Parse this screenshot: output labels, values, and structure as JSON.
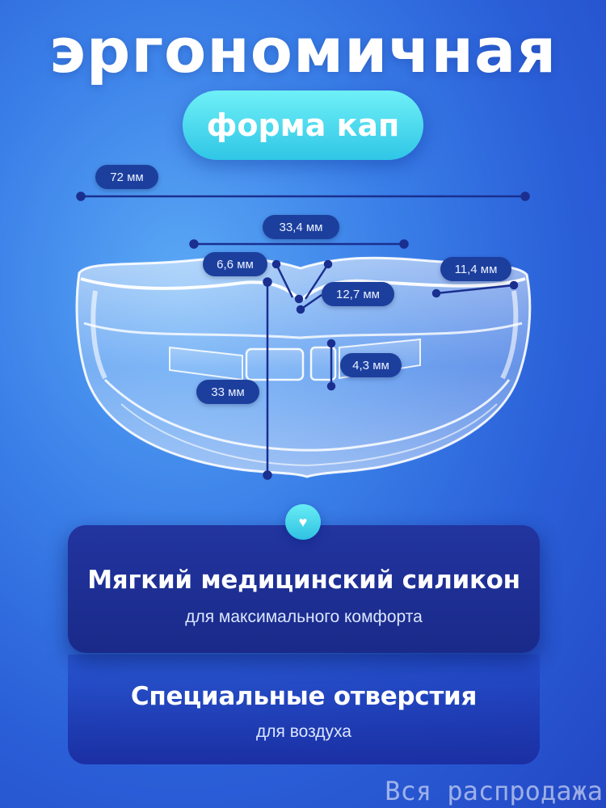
{
  "title": "эргономичная",
  "subtitle_pill": "форма кап",
  "dimensions": {
    "width_total": "72 мм",
    "inner_width": "33,4 мм",
    "depth_front": "6,6 мм",
    "depth_side": "11,4 мм",
    "notch": "12,7 мм",
    "hole": "4,3 мм",
    "height": "33 мм"
  },
  "heart_icon": "heart-icon",
  "features": [
    {
      "heading": "Мягкий медицинский силикон",
      "sub": "для максимального комфорта"
    },
    {
      "heading": "Специальные отверстия",
      "sub": "для воздуха"
    }
  ],
  "watermark": "Вся распродажа",
  "colors": {
    "background": "#2a5fd8",
    "pill": "#2fc6e6",
    "card": "#1a2a8a",
    "label": "#1c3f9e"
  }
}
